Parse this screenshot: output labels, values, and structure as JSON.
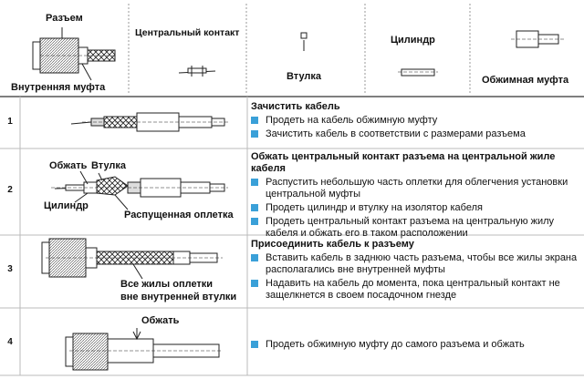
{
  "parts": {
    "connector_label": "Разъем",
    "inner_sleeve_label": "Внутренняя муфта",
    "center_contact_label": "Центральный контакт",
    "bushing_label": "Втулка",
    "cylinder_label": "Цилиндр",
    "crimp_sleeve_label": "Обжимная муфта"
  },
  "callouts": {
    "crimp": "Обжать",
    "bushing": "Втулка",
    "cylinder": "Цилиндр",
    "loose_braid": "Распущенная оплетка",
    "wires_outside_1": "Все жилы оплетки",
    "wires_outside_2": "вне внутренней втулки",
    "crimp_final": "Обжать"
  },
  "steps": [
    {
      "number": "1",
      "title": "Зачистить кабель",
      "items": [
        "Продеть на кабель обжимную муфту",
        "Зачистить кабель в соответствии с размерами разъема"
      ]
    },
    {
      "number": "2",
      "title": "Обжать центральный контакт разъема на  центральной жиле кабеля",
      "items": [
        "Распустить небольшую часть оплетки для облегчения установки центральной муфты",
        "Продеть цилиндр и втулку на изолятор кабеля",
        "Продеть центральный контакт разъема на центральную жилу кабеля и обжать его в таком расположении"
      ]
    },
    {
      "number": "3",
      "title": "Присоединить кабель к разъему",
      "items": [
        "Вставить кабель в заднюю часть разъема,  чтобы все жилы экрана располагались вне внутренней муфты",
        "Надавить на кабель до момента, пока центральный контакт не защелкнется в своем посадочном гнезде"
      ]
    },
    {
      "number": "4",
      "title": "",
      "items": [
        "Продеть обжимную муфту до самого разъема и обжать"
      ]
    }
  ],
  "colors": {
    "bullet": "#3aa0d8",
    "rule_dark": "#333333",
    "rule_light": "#bbbbbb"
  }
}
